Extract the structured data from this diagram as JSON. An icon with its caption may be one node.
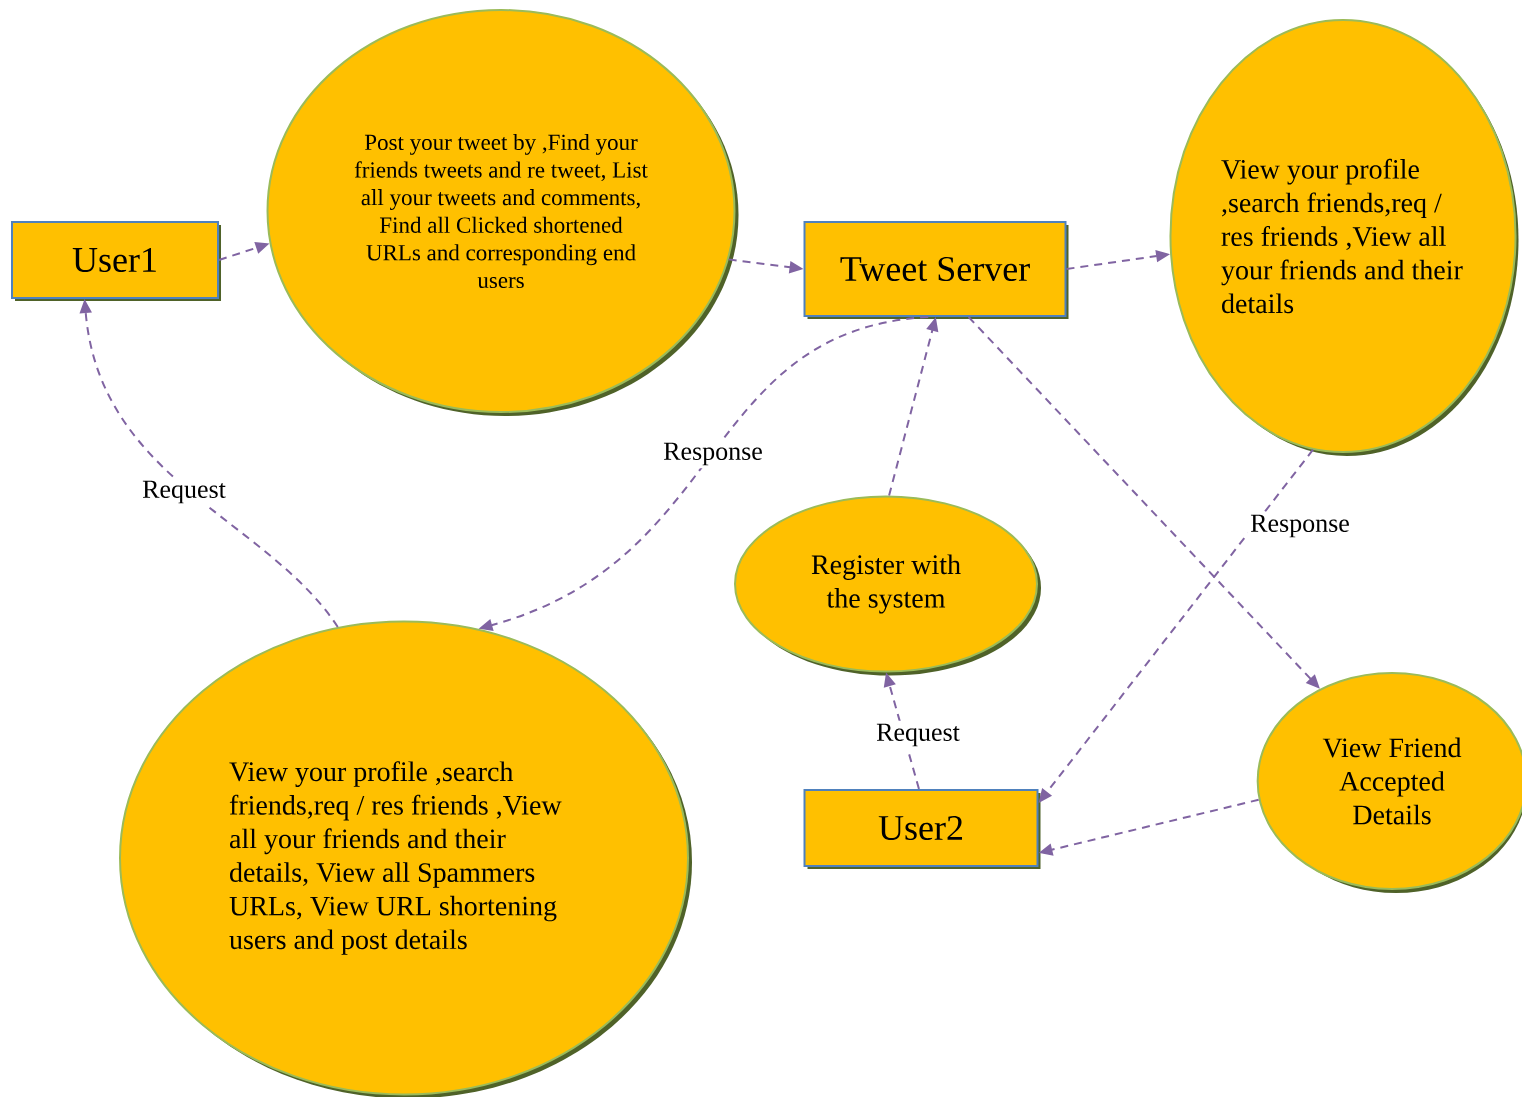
{
  "diagram": {
    "nodes": [
      {
        "text": [
          "User1"
        ]
      },
      {
        "text": [
          "Post your tweet by ,Find your friends tweets and re tweet, List all your tweets and comments, Find all Clicked shortened URLs and corresponding end users"
        ]
      },
      {
        "text": [
          "Tweet Server"
        ]
      },
      {
        "text": [
          "View your profile ,search friends,req / res friends ,View all your friends and their details"
        ]
      },
      {
        "text": [
          "View your profile ,search friends,req / res friends ,View all your friends and their details, View all Spammers URLs, View URL shortening users and post details"
        ]
      },
      {
        "text": [
          "Register with the system"
        ]
      },
      {
        "text": [
          "User2"
        ]
      },
      {
        "text": [
          "View Friend Accepted Details"
        ]
      }
    ],
    "edges": [
      {
        "from": 0,
        "to": 1,
        "arrow": "to",
        "style": "dashed"
      },
      {
        "from": 1,
        "to": 2,
        "arrow": "to",
        "style": "dashed"
      },
      {
        "from": 2,
        "to": 3,
        "arrow": "to",
        "style": "dashed"
      },
      {
        "from": 2,
        "to": 4,
        "arrow": "to",
        "style": "dashed",
        "label": "Response"
      },
      {
        "from": 4,
        "to": 0,
        "arrow": "to",
        "style": "dashed",
        "label": "Request"
      },
      {
        "from": 5,
        "to": 2,
        "arrow": "to",
        "style": "dashed"
      },
      {
        "from": 6,
        "to": 5,
        "arrow": "to",
        "style": "dashed",
        "label": "Request"
      },
      {
        "from": 2,
        "to": 7,
        "arrow": "to",
        "style": "dashed"
      },
      {
        "from": 3,
        "to": 6,
        "arrow": "to",
        "style": "dashed",
        "label": "Response"
      },
      {
        "from": 7,
        "to": 6,
        "arrow": "to",
        "style": "dashed"
      }
    ]
  }
}
